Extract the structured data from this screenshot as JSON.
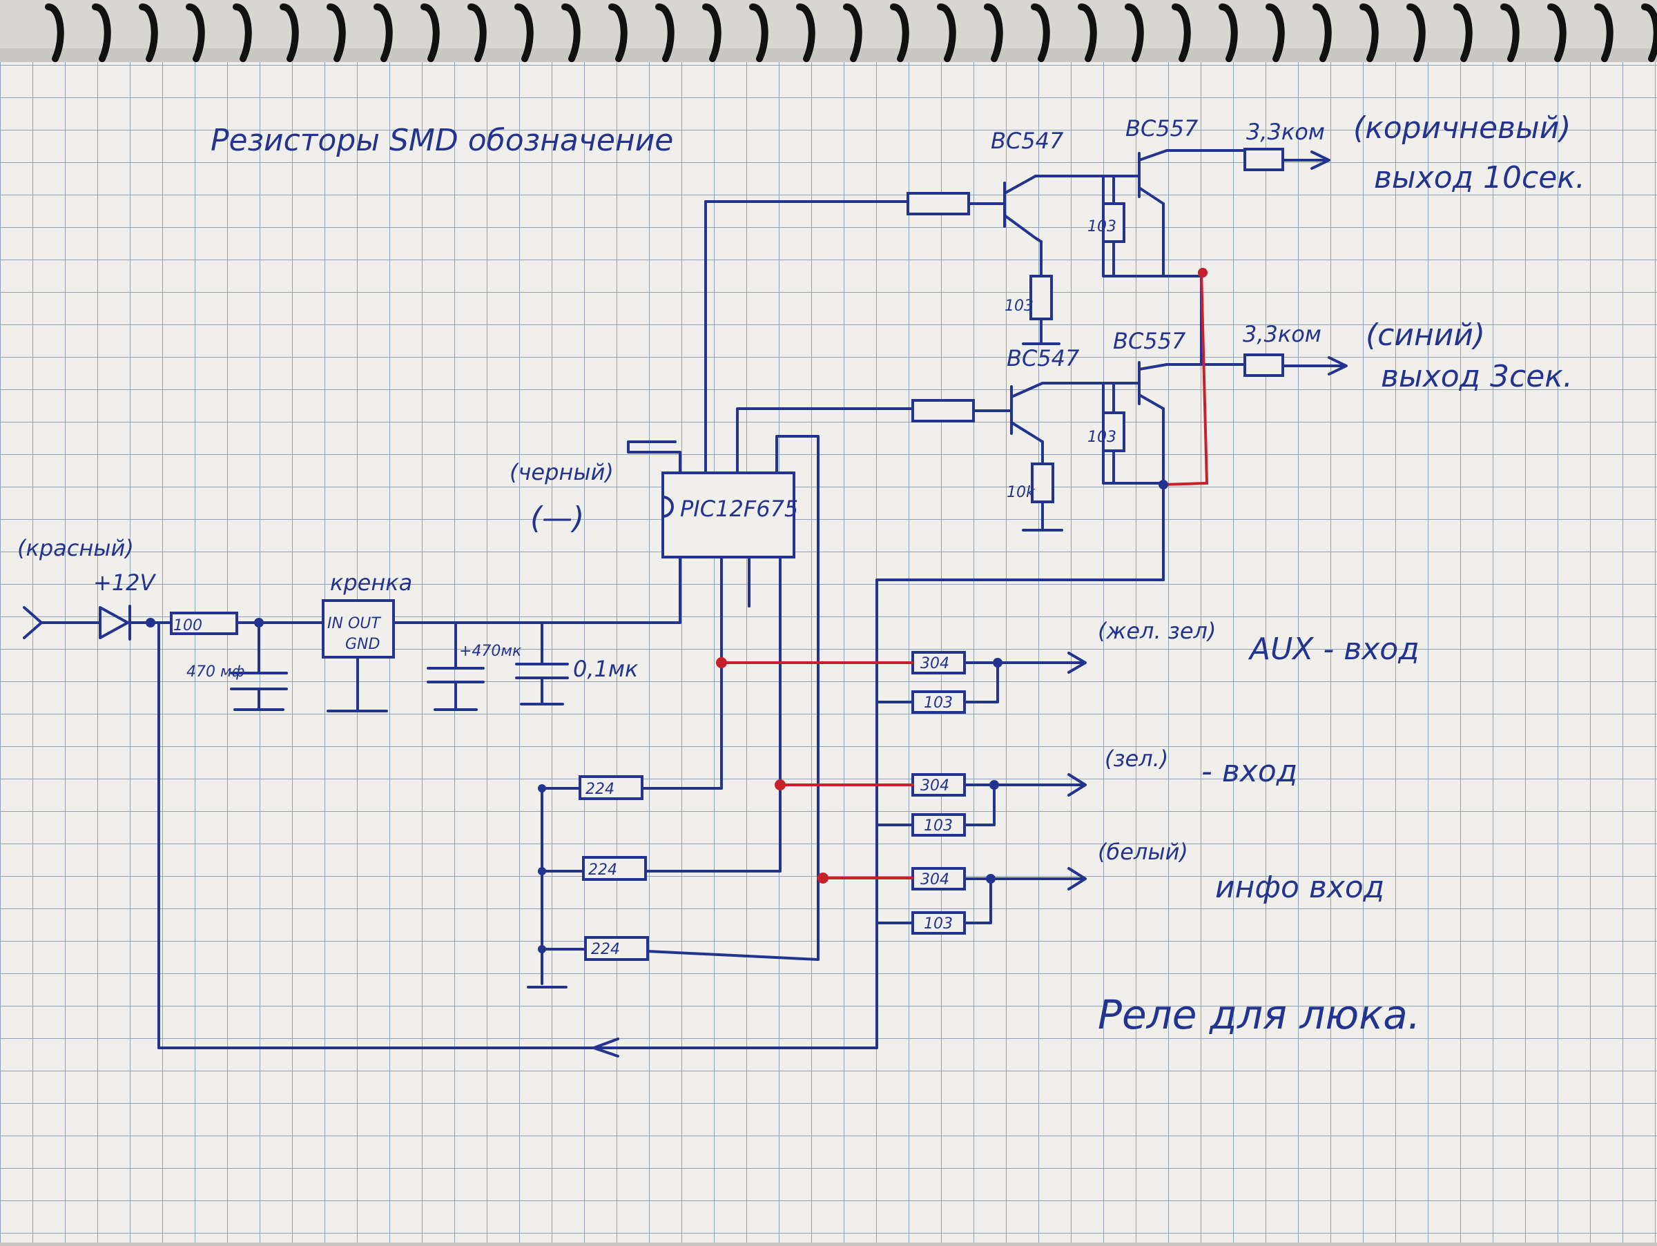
{
  "texts": {
    "title": "Резисторы SMD обозначение",
    "footer": "Реле для люка.",
    "input_color": "(красный)",
    "input_voltage": "+12V",
    "ground_color": "(черный)",
    "ground_sign": "(—)",
    "mcu": "PIC12F675",
    "regulator": "кренка",
    "reg_pins": "IN OUT",
    "reg_gnd": "GND",
    "r_in": "100",
    "cap1": "470 мф",
    "cap2": "+470мк",
    "cap3": "0,1мк",
    "q1a": "BC547",
    "q1b": "BC557",
    "q2a": "BC547",
    "q2b": "BC557",
    "r_b1": "103",
    "r_e1": "103",
    "r_b2": "103",
    "r_e2": "10k",
    "r_out1": "3,3ком",
    "r_out2": "3,3ком",
    "out1_color": "(коричневый)",
    "out1_label": "выход 10сек.",
    "out2_color": "(синий)",
    "out2_label": "выход 3сек.",
    "in1_color": "(жел. зел)",
    "in1_label": "AUX - вход",
    "in2_color": "(зел.)",
    "in2_label": "- вход",
    "in3_color": "(белый)",
    "in3_label": "инфо вход",
    "r304": "304",
    "r103": "103",
    "r224": "224"
  }
}
